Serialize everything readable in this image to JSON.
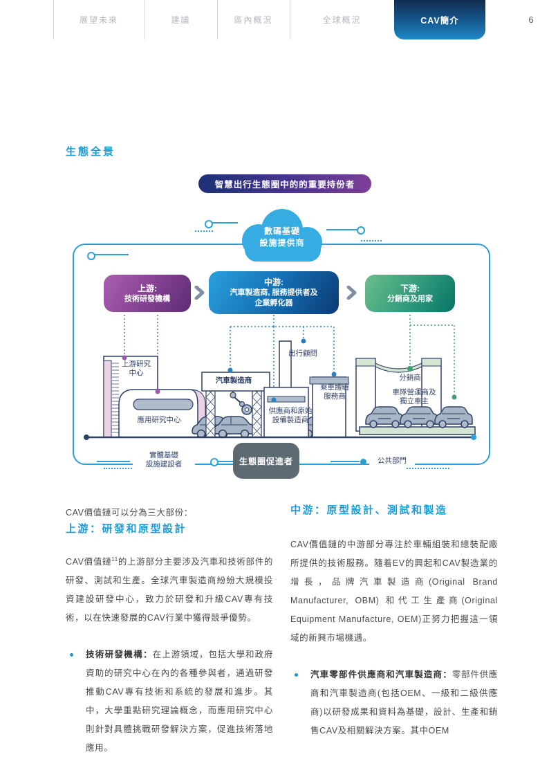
{
  "nav": {
    "tabs": [
      {
        "label": "展望未來",
        "active": false
      },
      {
        "label": "建議",
        "active": false
      },
      {
        "label": "區內概況",
        "active": false
      },
      {
        "label": "全球概況",
        "active": false
      },
      {
        "label": "CAV簡介",
        "active": true
      }
    ],
    "page_number": "6"
  },
  "section": {
    "title": "生態全景"
  },
  "diagram": {
    "banner": "智慧出行生態圈中的的重要持份者",
    "cloud": {
      "line1": "數碼基礎",
      "line2": "設施提供商"
    },
    "stages": [
      {
        "line1": "上游:",
        "line2": "技術研發機構"
      },
      {
        "line1": "中游:",
        "line2": "汽車製造商, 服務提供者及",
        "line3": "企業孵化器"
      },
      {
        "line1": "下游:",
        "line2": "分銷商及用家"
      }
    ],
    "labels": {
      "upstream_research": [
        "上游研究",
        "中心"
      ],
      "applied_research": "應用研究中心",
      "car_manufacturer": "汽車製造商",
      "supplier_oem": [
        "供應商和原始",
        "設備製造商"
      ],
      "mobility_consultant": "出行顧問",
      "ride_experience": [
        "乘車體驗",
        "服務商"
      ],
      "distributor": "分銷商",
      "fleet_operator": [
        "車隊營運商及",
        "獨立車主"
      ]
    },
    "bottom": {
      "physical_infra": [
        "實體基礎",
        "設施建設者"
      ],
      "facilitator": "生態圈促進者",
      "public_sector": "公共部門"
    },
    "colors": {
      "frame_blue": "#2a9fd8",
      "cloud_blue": "#36ace2",
      "upstream_purple": "#8a4596",
      "midstream_blue": "#1470b4",
      "downstream_green": "#2f9a7c",
      "facilitator_gray": "#5d6a72",
      "illustration_navy": "#2e3f66",
      "banner_gradient_start": "#1c3077",
      "banner_gradient_end": "#7d3f97"
    }
  },
  "content": {
    "intro": "CAV價值鏈可以分為三大部份：",
    "left": {
      "heading": "上游：研發和原型設計",
      "para_prefix": "CAV價值鏈",
      "para_sup": "11",
      "para_rest": "的上游部分主要涉及汽車和技術部件的研發、測試和生產。全球汽車製造商紛紛大規模投資建設研發中心，致力於研發和升級CAV專有技術，以在快速發展的CAV行業中獲得競爭優勢。",
      "bullet_lead": "技術研發機構：",
      "bullet_body": "在上游領域，包括大學和政府資助的研究中心在內的各種參與者，通過研發推動CAV專有技術和系統的發展和進步。其中，大學重點研究理論概念，而應用研究中心則針對具體挑戰研發解決方案，促進技術落地應用。"
    },
    "right": {
      "heading": "中游：原型設計、測試和製造",
      "para": "CAV價值鏈的中游部分專注於車輛組裝和總裝配廠所提供的技術服務。隨着EV的興起和CAV製造業的增長，品牌汽車製造商(Original Brand Manufacturer, OBM) 和代工生產商(Original Equipment Manufacture, OEM)正努力把握這一領域的新興市場機遇。",
      "bullet_lead": "汽車零部件供應商和汽車製造商：",
      "bullet_body": "零部件供應商和汽車製造商(包括OEM、一級和二級供應商)以研發成果和資料為基礎，設計、生產和銷售CAV及相關解決方案。其中OEM"
    },
    "accent_blue": "#1b9cd8"
  }
}
